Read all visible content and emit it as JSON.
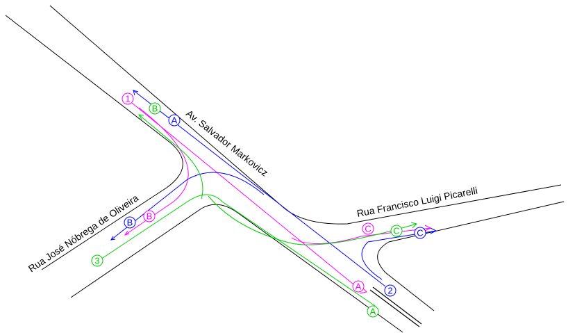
{
  "streets": {
    "avenue": "Av. Salvador Markovicz",
    "east": "Rua Francisco Luigi Picarelli",
    "west": "Rua José Nóbrega de Oliveira"
  },
  "colors": {
    "road": "#000000",
    "route_1": "#ff00ff",
    "route_2": "#0000ff",
    "route_3": "#00cc00"
  },
  "markers": {
    "m1": "1",
    "mB_green": "B",
    "mA_blue": "A",
    "mB_blue": "B",
    "mB_magenta": "B",
    "m3": "3",
    "mC_magenta": "C",
    "mC_green": "C",
    "mC_blue": "C",
    "mA_magenta": "A",
    "m2": "2",
    "mA_green": "A"
  }
}
